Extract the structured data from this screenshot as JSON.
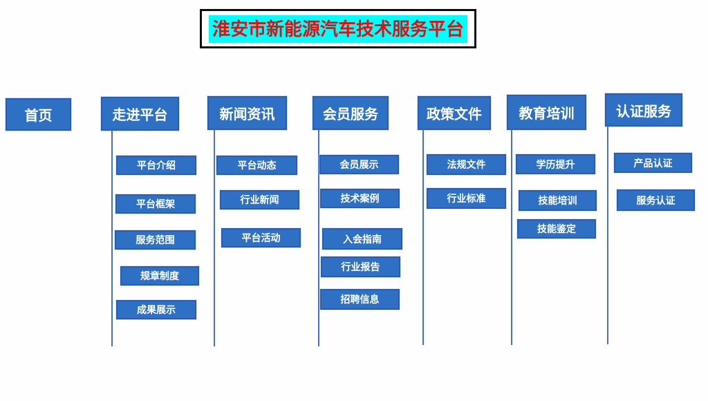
{
  "title": "淮安市新能源汽车技术服务平台",
  "colors": {
    "box_fill": "#2d70c4",
    "box_border": "#2a5db0",
    "connector_line": "#4472c4",
    "title_highlight": "#00ffff",
    "title_text": "#ee0b0b"
  },
  "nav": [
    {
      "label": "首页",
      "children": []
    },
    {
      "label": "走进平台",
      "children": [
        "平台介绍",
        "平台框架",
        "服务范围",
        "规章制度",
        "成果展示"
      ]
    },
    {
      "label": "新闻资讯",
      "children": [
        "平台动态",
        "行业新闻",
        "平台活动"
      ]
    },
    {
      "label": "会员服务",
      "children": [
        "会员展示",
        "技术案例",
        "入会指南",
        "行业报告",
        "招聘信息"
      ]
    },
    {
      "label": "政策文件",
      "children": [
        "法规文件",
        "行业标准"
      ]
    },
    {
      "label": "教育培训",
      "children": [
        "学历提升",
        "技能培训",
        "技能鉴定"
      ]
    },
    {
      "label": "认证服务",
      "children": [
        "产品认证",
        "服务认证"
      ]
    }
  ]
}
